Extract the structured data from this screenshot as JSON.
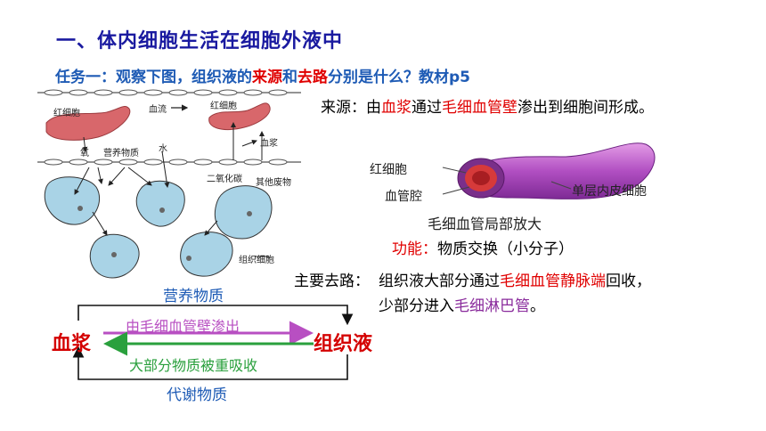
{
  "title": "一、体内细胞生活在细胞外液中",
  "task": {
    "prefix": "任务一：观察下图，组织液的",
    "source_word": "来源",
    "and": "和",
    "route_word": "去路",
    "suffix": "分别是什么？教材p5"
  },
  "source": {
    "label": "来源：由",
    "plasma": "血浆",
    "via": "通过",
    "capillary_wall": "毛细血管壁",
    "rest": "渗出到细胞间形成。"
  },
  "diagram": {
    "rbc_left": "红细胞",
    "plasma_flow": "血流",
    "rbc_right": "红细胞",
    "oxygen": "氧",
    "nutrients": "营养物质",
    "water": "水",
    "plasma": "血浆",
    "co2": "二氧化碳",
    "waste": "其他废物",
    "tissue_cell": "组织细胞"
  },
  "capillary": {
    "rbc": "红细胞",
    "lumen": "血管腔",
    "endothelium": "单层内皮细胞",
    "caption": "毛细血管局部放大"
  },
  "function": {
    "label": "功能：",
    "text": "物质交换（小分子）"
  },
  "main_route": {
    "label": "主要去路：",
    "line1_a": "组织液大部分通过",
    "line1_b": "毛细血管静脉端",
    "line1_c": "回收，",
    "line2_a": "少部分进入",
    "line2_b": "毛细淋巴管",
    "line2_c": "。"
  },
  "cycle": {
    "top": "营养物质",
    "bottom": "代谢物质",
    "left": "血浆",
    "right": "组织液",
    "arrow_right_label": "由毛细血管壁渗出",
    "arrow_left_label": "大部分物质被重吸收"
  },
  "colors": {
    "title_blue": "#1a1aa0",
    "task_blue": "#1e5bb5",
    "red": "#e00000",
    "purple": "#8a2b9c",
    "arrow_purple": "#b84fc2",
    "arrow_green": "#2aa03d",
    "cell_fill": "#a9d3e6",
    "rbc_fill": "#d8676b"
  }
}
